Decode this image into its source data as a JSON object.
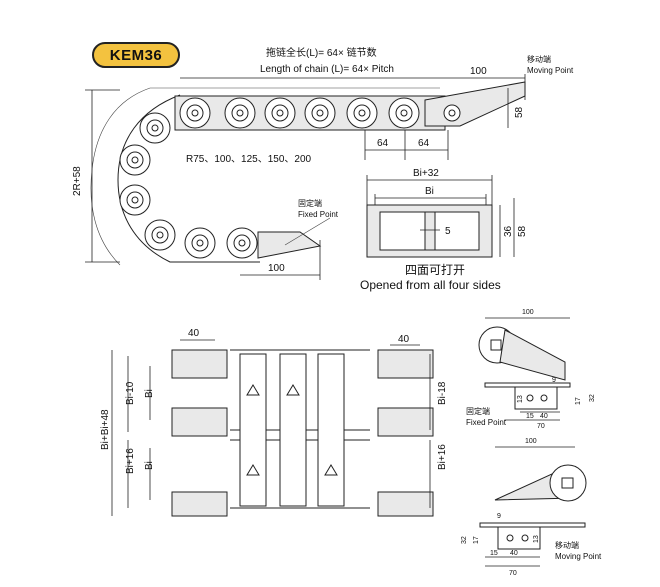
{
  "model": "KEM36",
  "chain_length_cn": "拖链全长(L)= 64× 链节数",
  "chain_length_en": "Length of chain (L)= 64× Pitch",
  "moving_point_cn": "移动端",
  "moving_point_en": "Moving Point",
  "fixed_point_cn": "固定端",
  "fixed_point_en": "Fixed Point",
  "radius_options": "R75、100、125、150、200",
  "dim_100": "100",
  "dim_58": "58",
  "dim_64": "64",
  "dim_2r58": "2R+58",
  "bi32": "Bi+32",
  "bi": "Bi",
  "dim_5": "5",
  "dim_36": "36",
  "opened_cn": "四面可打开",
  "opened_en": "Opened from all four sides",
  "dim_40": "40",
  "bi_minus_10": "Bi-10",
  "bi_plus_16": "Bi+16",
  "bi_bi48": "Bi+Bi+48",
  "bi_minus_18": "Bi-18",
  "bracket_dims": {
    "d9": "9",
    "d13": "13",
    "d17": "17",
    "d32": "32",
    "d15": "15",
    "d40": "40",
    "d70": "70"
  }
}
